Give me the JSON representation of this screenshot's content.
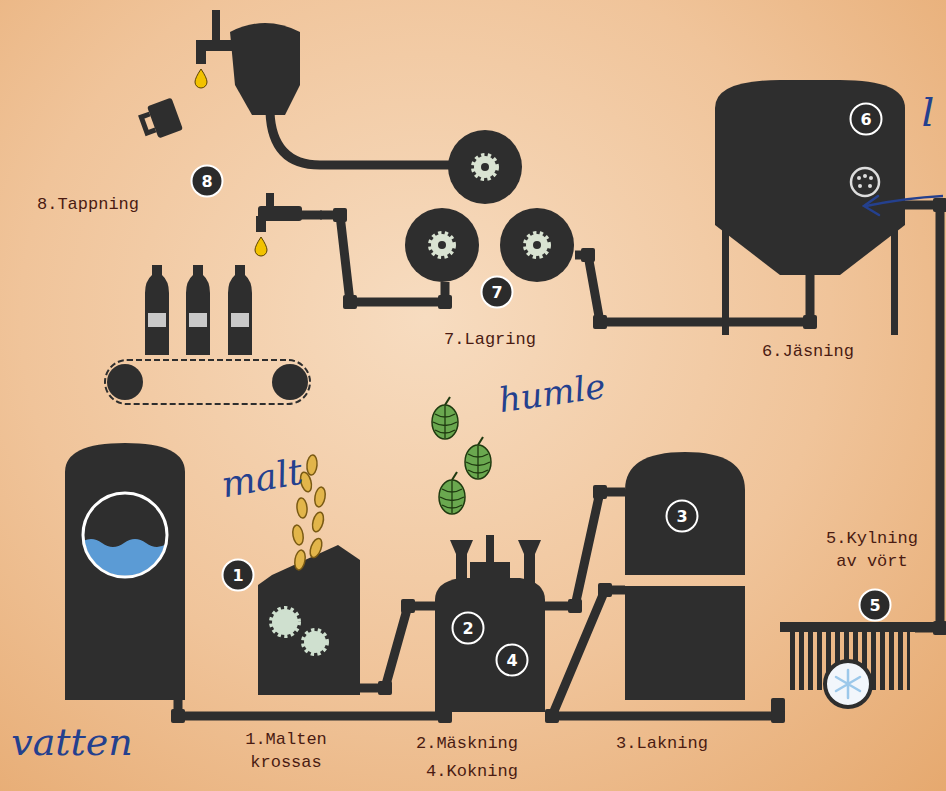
{
  "diagram": {
    "nodes": [
      {
        "text": [
          "vatten"
        ]
      },
      {
        "text": [
          "1",
          "1.Malten krossas"
        ]
      },
      {
        "text": [
          "2",
          "4",
          "2.Mäskning",
          "4.Kokning"
        ]
      },
      {
        "text": [
          "3",
          "3.Lakning"
        ]
      },
      {
        "text": [
          "5",
          "5.Kylning av vört"
        ]
      },
      {
        "text": [
          "6",
          "6.Jäsning"
        ]
      },
      {
        "text": [
          "7",
          "7.Lagring"
        ]
      },
      {
        "text": [
          "8",
          "8.Tappning"
        ]
      }
    ],
    "edges": [
      {
        "from": 0,
        "to": 2,
        "arrow": "none"
      },
      {
        "from": 1,
        "to": 2,
        "arrow": "none"
      },
      {
        "from": 2,
        "to": 3,
        "arrow": "none"
      },
      {
        "from": 3,
        "to": 4,
        "arrow": "none"
      },
      {
        "from": 4,
        "to": 5,
        "arrow": "none"
      },
      {
        "from": 5,
        "to": 6,
        "arrow": "none"
      },
      {
        "from": 6,
        "to": 7,
        "arrow": "none"
      },
      {
        "from": 6,
        "to": 7,
        "arrow": "none"
      }
    ],
    "labels": [
      "malt",
      "humle",
      "l"
    ]
  }
}
